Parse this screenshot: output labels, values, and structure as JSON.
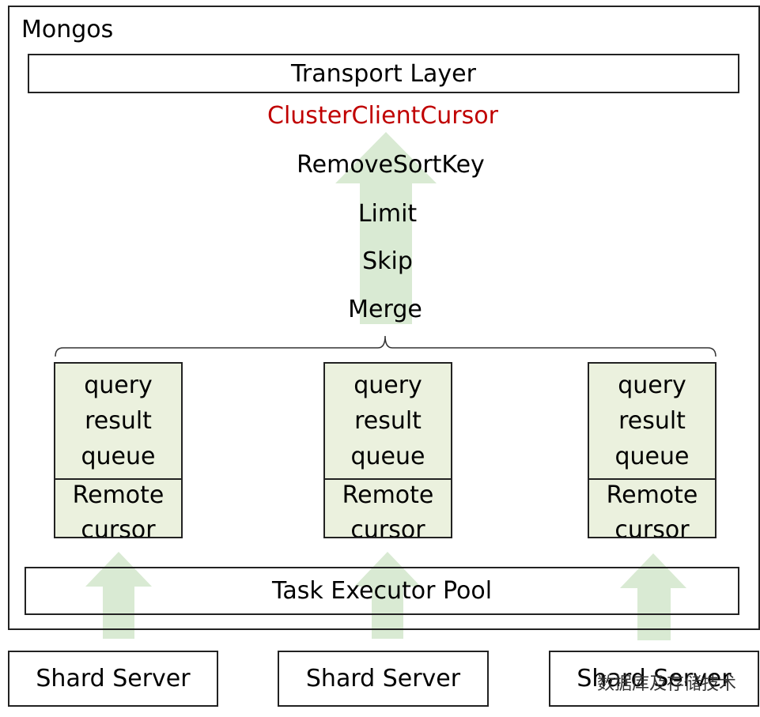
{
  "mongos_label": "Mongos",
  "transport_layer": "Transport Layer",
  "pipeline": [
    "ClusterClientCursor",
    "RemoveSortKey",
    "Limit",
    "Skip",
    "Merge"
  ],
  "queues": [
    {
      "lines": [
        "query",
        "result",
        "queue"
      ],
      "bottom": [
        "Remote",
        "cursor"
      ]
    },
    {
      "lines": [
        "query",
        "result",
        "queue"
      ],
      "bottom": [
        "Remote",
        "cursor"
      ]
    },
    {
      "lines": [
        "query",
        "result",
        "queue"
      ],
      "bottom": [
        "Remote",
        "cursor"
      ]
    }
  ],
  "task_executor_pool": "Task Executor Pool",
  "shards": [
    "Shard Server",
    "Shard Server",
    "Shard Server"
  ],
  "watermark": "数据库及存储技术",
  "colors": {
    "arrow": "#d9ead3",
    "highlight": "#c00000",
    "queue_fill": "#ebf1de"
  }
}
